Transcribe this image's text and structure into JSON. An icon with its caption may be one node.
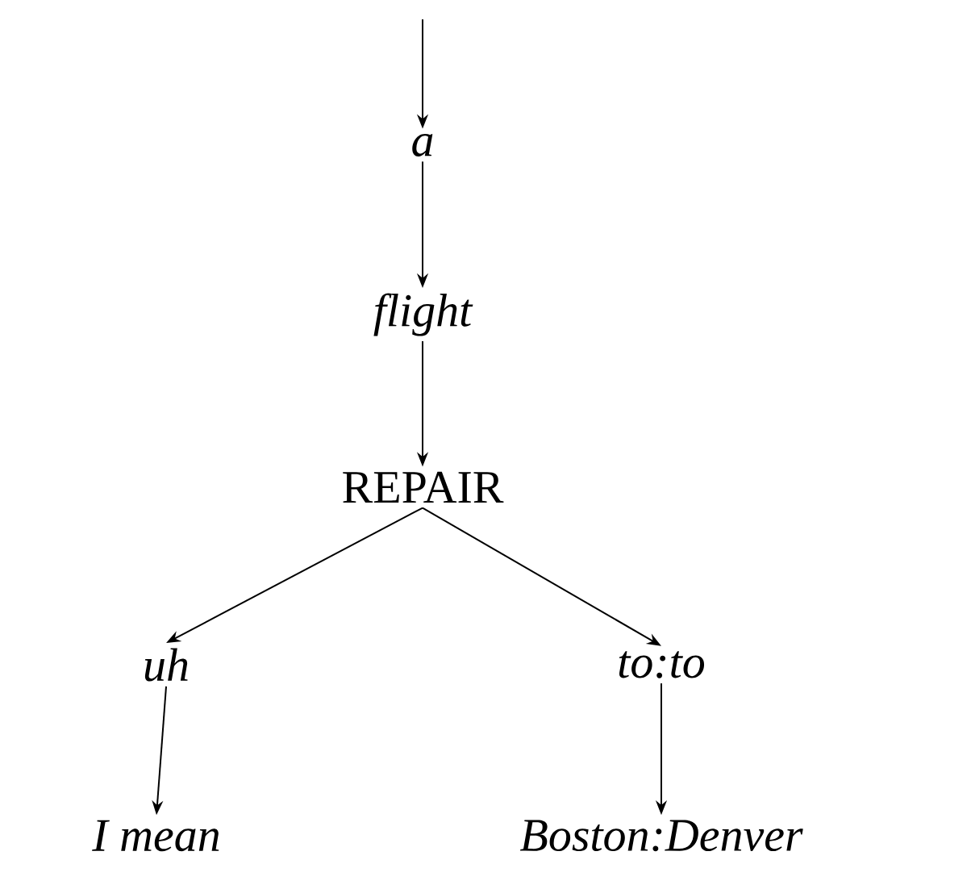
{
  "diagram": {
    "nodes": [
      {
        "text": [
          "a"
        ]
      },
      {
        "text": [
          "flight"
        ]
      },
      {
        "text": [
          "REPAIR"
        ]
      },
      {
        "text": [
          "uh"
        ]
      },
      {
        "text": [
          "to:to"
        ]
      },
      {
        "text": [
          "I mean"
        ]
      },
      {
        "text": [
          "Boston:Denver"
        ]
      }
    ],
    "edges": [
      {
        "from": null,
        "to": 0,
        "arrow": "to"
      },
      {
        "from": 0,
        "to": 1,
        "arrow": "to"
      },
      {
        "from": 1,
        "to": 2,
        "arrow": "to"
      },
      {
        "from": 2,
        "to": 3,
        "arrow": "to"
      },
      {
        "from": 2,
        "to": 4,
        "arrow": "to"
      },
      {
        "from": 3,
        "to": 5,
        "arrow": "to"
      },
      {
        "from": 4,
        "to": 6,
        "arrow": "to"
      }
    ]
  }
}
